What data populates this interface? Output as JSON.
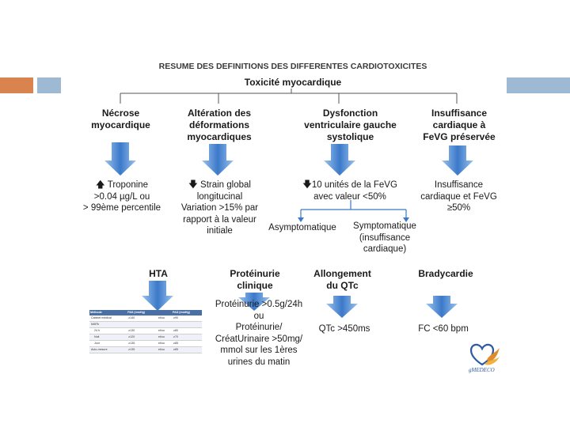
{
  "title": "RESUME DES DEFINITIONS DES DIFFERENTES CARDIOTOXICITES",
  "subtitle": "Toxicité myocardique",
  "columns": [
    {
      "head": [
        "Nécrose",
        "myocardique"
      ],
      "desc_lines": [
        "🡅 Troponine",
        ">0.04 µg/L ou",
        "> 99ème percentile"
      ]
    },
    {
      "head": [
        "Altération des",
        "déformations",
        "myocardiques"
      ],
      "desc_lines": [
        "🡇 Strain global",
        "longitucinal",
        "Variation >15% par",
        "rapport à la valeur",
        "initiale"
      ]
    },
    {
      "head": [
        "Dysfonction",
        "ventriculaire gauche",
        "systolique"
      ],
      "desc_lines": [
        "🡇10 unités de la FeVG",
        "avec valeur <50%"
      ]
    },
    {
      "head": [
        "Insuffisance",
        "cardiaque à",
        "FeVG préservée"
      ],
      "desc_lines": [
        "Insuffisance",
        "cardiaque et FeVG",
        "≥50%"
      ]
    }
  ],
  "dysfunction_branches": {
    "asymptomatic": "Asymptomatique",
    "symptomatic": [
      "Symptomatique",
      "(insuffisance",
      "cardiaque)"
    ]
  },
  "bottom": [
    {
      "head": [
        "HTA"
      ]
    },
    {
      "head": [
        "Protéinurie",
        "clinique"
      ],
      "desc_lines": [
        "Protéinurie >0.5g/24h",
        "ou",
        "Protéinurie/",
        "CréatUrinaire >50mg/",
        "mmol sur les 1ères",
        "urines du matin"
      ]
    },
    {
      "head": [
        "Allongement",
        "du QTc"
      ],
      "desc_lines": [
        "QTc >450ms"
      ]
    },
    {
      "head": [
        "Bradycardie"
      ],
      "desc_lines": [
        "FC <60 bpm"
      ]
    }
  ],
  "bp_table": {
    "headers": [
      "Méthode",
      "PAS (mmHg)",
      "",
      "PAD (mmHg)"
    ],
    "rows": [
      [
        "Cabinet médical",
        "≥140",
        "et/ou",
        "≥90"
      ],
      [
        "MAPA",
        "",
        "",
        ""
      ],
      [
        "24 h",
        "≥130",
        "et/ou",
        "≥80"
      ],
      [
        "Nuit",
        "≥120",
        "et/ou",
        "≥70"
      ],
      [
        "Jour",
        "≥135",
        "et/ou",
        "≥85"
      ],
      [
        "Auto-mesure",
        "≥135",
        "et/ou",
        "≥85"
      ]
    ]
  },
  "logo_text": "gMEDECO",
  "colors": {
    "arrow": "#3b79c9",
    "arrow_light": "#9cc3ee",
    "accent_orange": "#d9844f",
    "accent_blue": "#9db9d3"
  }
}
